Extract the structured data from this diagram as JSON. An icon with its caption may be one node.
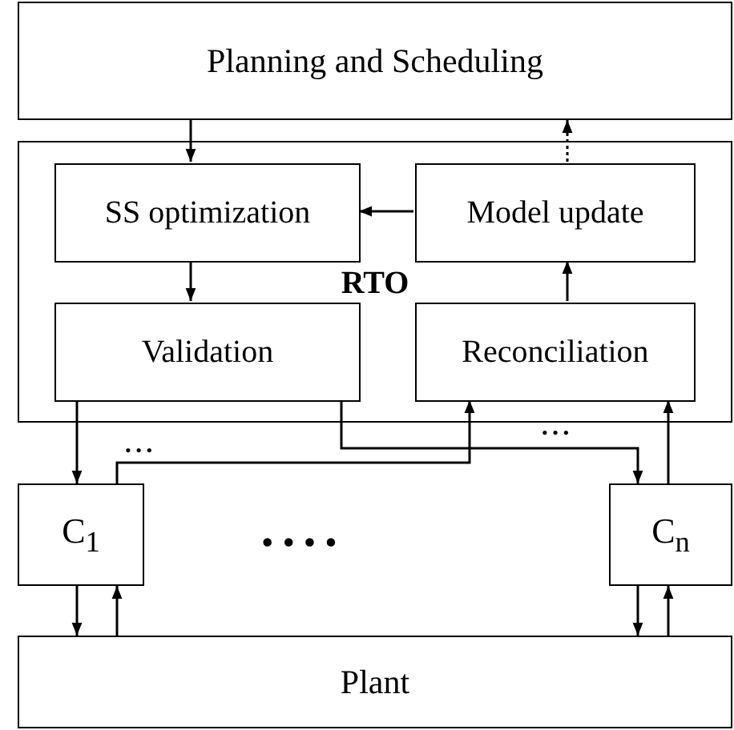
{
  "diagram": {
    "nodes": [
      {
        "text": [
          "Planning and Scheduling"
        ]
      },
      {
        "text": [
          "RTO"
        ]
      },
      {
        "text": [
          "SS optimization"
        ],
        "in": 1
      },
      {
        "text": [
          "Model update"
        ],
        "in": 1
      },
      {
        "text": [
          "Validation"
        ],
        "in": 1
      },
      {
        "text": [
          "Reconciliation"
        ],
        "in": 1
      },
      {
        "text": [
          "C$_{1}$"
        ]
      },
      {
        "text": [
          "C$_{n}$"
        ]
      },
      {
        "text": [
          "Plant"
        ]
      }
    ],
    "edges": [
      {
        "from": 0,
        "to": 2,
        "arrow": "to"
      },
      {
        "from": 3,
        "to": 0,
        "arrow": "to",
        "style": "dashed"
      },
      {
        "from": 3,
        "to": 2,
        "arrow": "to"
      },
      {
        "from": 2,
        "to": 4,
        "arrow": "to"
      },
      {
        "from": 5,
        "to": 3,
        "arrow": "to"
      },
      {
        "from": 4,
        "to": 6,
        "arrow": "to"
      },
      {
        "from": 4,
        "to": 7,
        "arrow": "to"
      },
      {
        "from": 6,
        "to": 5,
        "arrow": "to"
      },
      {
        "from": 7,
        "to": 5,
        "arrow": "to"
      },
      {
        "from": 6,
        "to": 8,
        "arrow": "to"
      },
      {
        "from": 8,
        "to": 6,
        "arrow": "to"
      },
      {
        "from": 7,
        "to": 8,
        "arrow": "to"
      },
      {
        "from": 8,
        "to": 7,
        "arrow": "to"
      }
    ],
    "labels": [
      "• • •",
      "• • •",
      "• • • •"
    ]
  }
}
